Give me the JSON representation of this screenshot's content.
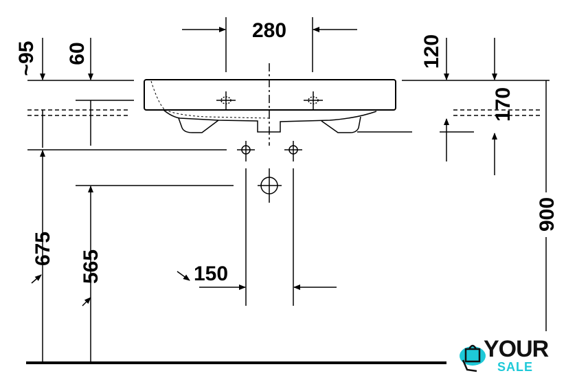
{
  "dimensions": {
    "d280": "280",
    "d95": "~95",
    "d60": "60",
    "d120": "120",
    "d170": "170",
    "d900": "900",
    "d675": "675",
    "d565": "565",
    "d150": "150"
  },
  "logo": {
    "line1": "YOUR",
    "line2": "SALE"
  },
  "colors": {
    "logo_accent": "#1ec9d8",
    "ink": "#000000"
  }
}
